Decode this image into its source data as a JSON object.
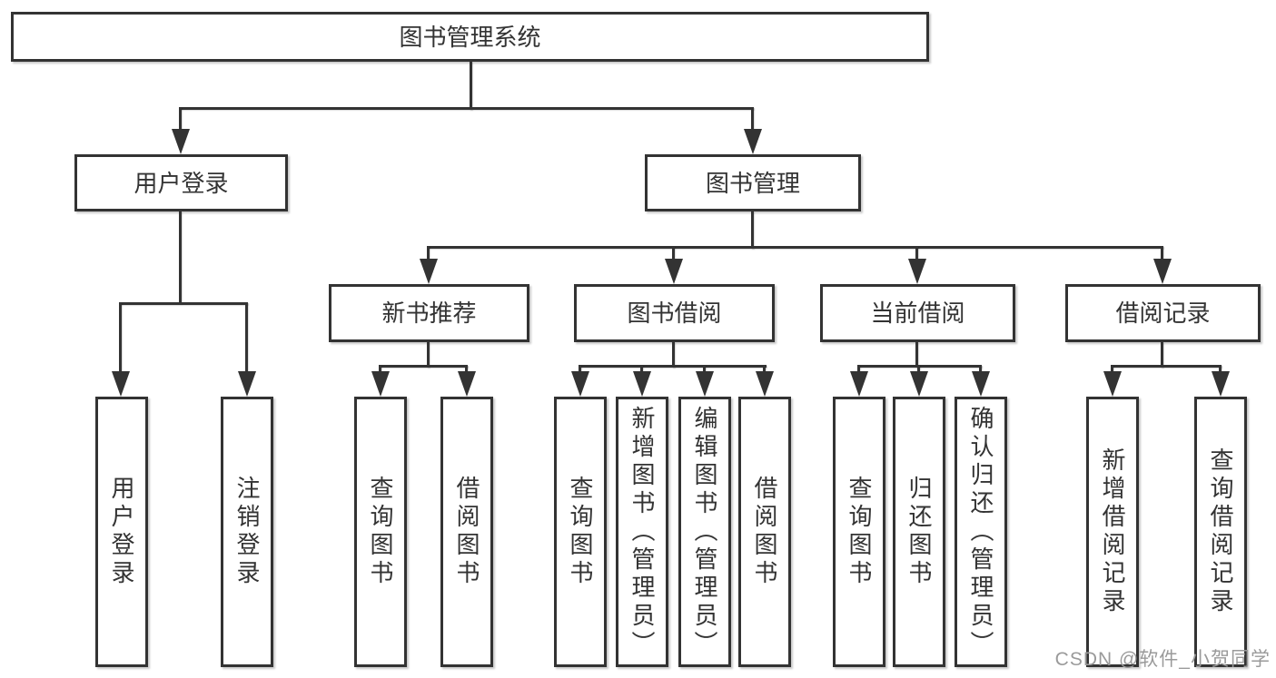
{
  "diagram": {
    "root": {
      "id": "root",
      "label": "图书管理系统",
      "children": [
        {
          "id": "user_login",
          "label": "用户登录",
          "children": [
            {
              "id": "leaf_user_login",
              "label": "用户登录"
            },
            {
              "id": "leaf_logout",
              "label": "注销登录"
            }
          ]
        },
        {
          "id": "book_mgmt",
          "label": "图书管理",
          "children": [
            {
              "id": "new_book_rec",
              "label": "新书推荐",
              "children": [
                {
                  "id": "nb_query",
                  "label": "查询图书"
                },
                {
                  "id": "nb_borrow",
                  "label": "借阅图书"
                }
              ]
            },
            {
              "id": "book_borrow",
              "label": "图书借阅",
              "children": [
                {
                  "id": "bb_query",
                  "label": "查询图书"
                },
                {
                  "id": "bb_add",
                  "label": "新增图书（管理员）"
                },
                {
                  "id": "bb_edit",
                  "label": "编辑图书（管理员）"
                },
                {
                  "id": "bb_borrow",
                  "label": "借阅图书"
                }
              ]
            },
            {
              "id": "current_borrow",
              "label": "当前借阅",
              "children": [
                {
                  "id": "cb_query",
                  "label": "查询图书"
                },
                {
                  "id": "cb_return",
                  "label": "归还图书"
                },
                {
                  "id": "cb_confirm",
                  "label": "确认归还（管理员）"
                }
              ]
            },
            {
              "id": "borrow_records",
              "label": "借阅记录",
              "children": [
                {
                  "id": "br_add",
                  "label": "新增借阅记录"
                },
                {
                  "id": "br_query",
                  "label": "查询借阅记录"
                }
              ]
            }
          ]
        }
      ]
    }
  },
  "watermark": {
    "text": "CSDN @软件_小贺同学"
  },
  "colors": {
    "line": "#333333",
    "text": "#333333",
    "box_bg": "#ffffff",
    "background": "#ffffff",
    "watermark": "#9a9a9a"
  }
}
